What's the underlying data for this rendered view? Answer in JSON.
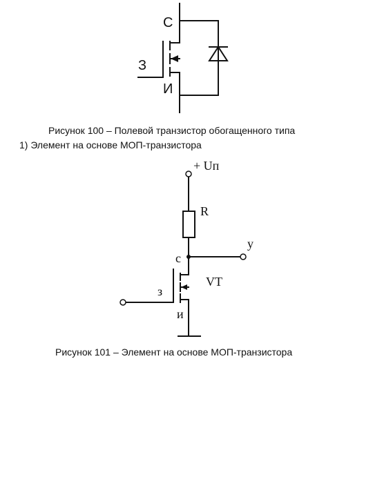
{
  "figure100": {
    "pins": {
      "drain": "С",
      "gate": "З",
      "source": "И"
    },
    "caption": "Рисунок 100 – Полевой транзистор обогащенного типа"
  },
  "section": {
    "heading": "1) Элемент на основе МОП-транзистора"
  },
  "figure101": {
    "supply_label": "+ Uп",
    "resistor_label": "R",
    "output_label": "у",
    "drain_label": "с",
    "gate_label": "з",
    "source_label": "и",
    "transistor_label": "VT",
    "caption": "Рисунок 101 – Элемент на основе МОП-транзистора"
  }
}
